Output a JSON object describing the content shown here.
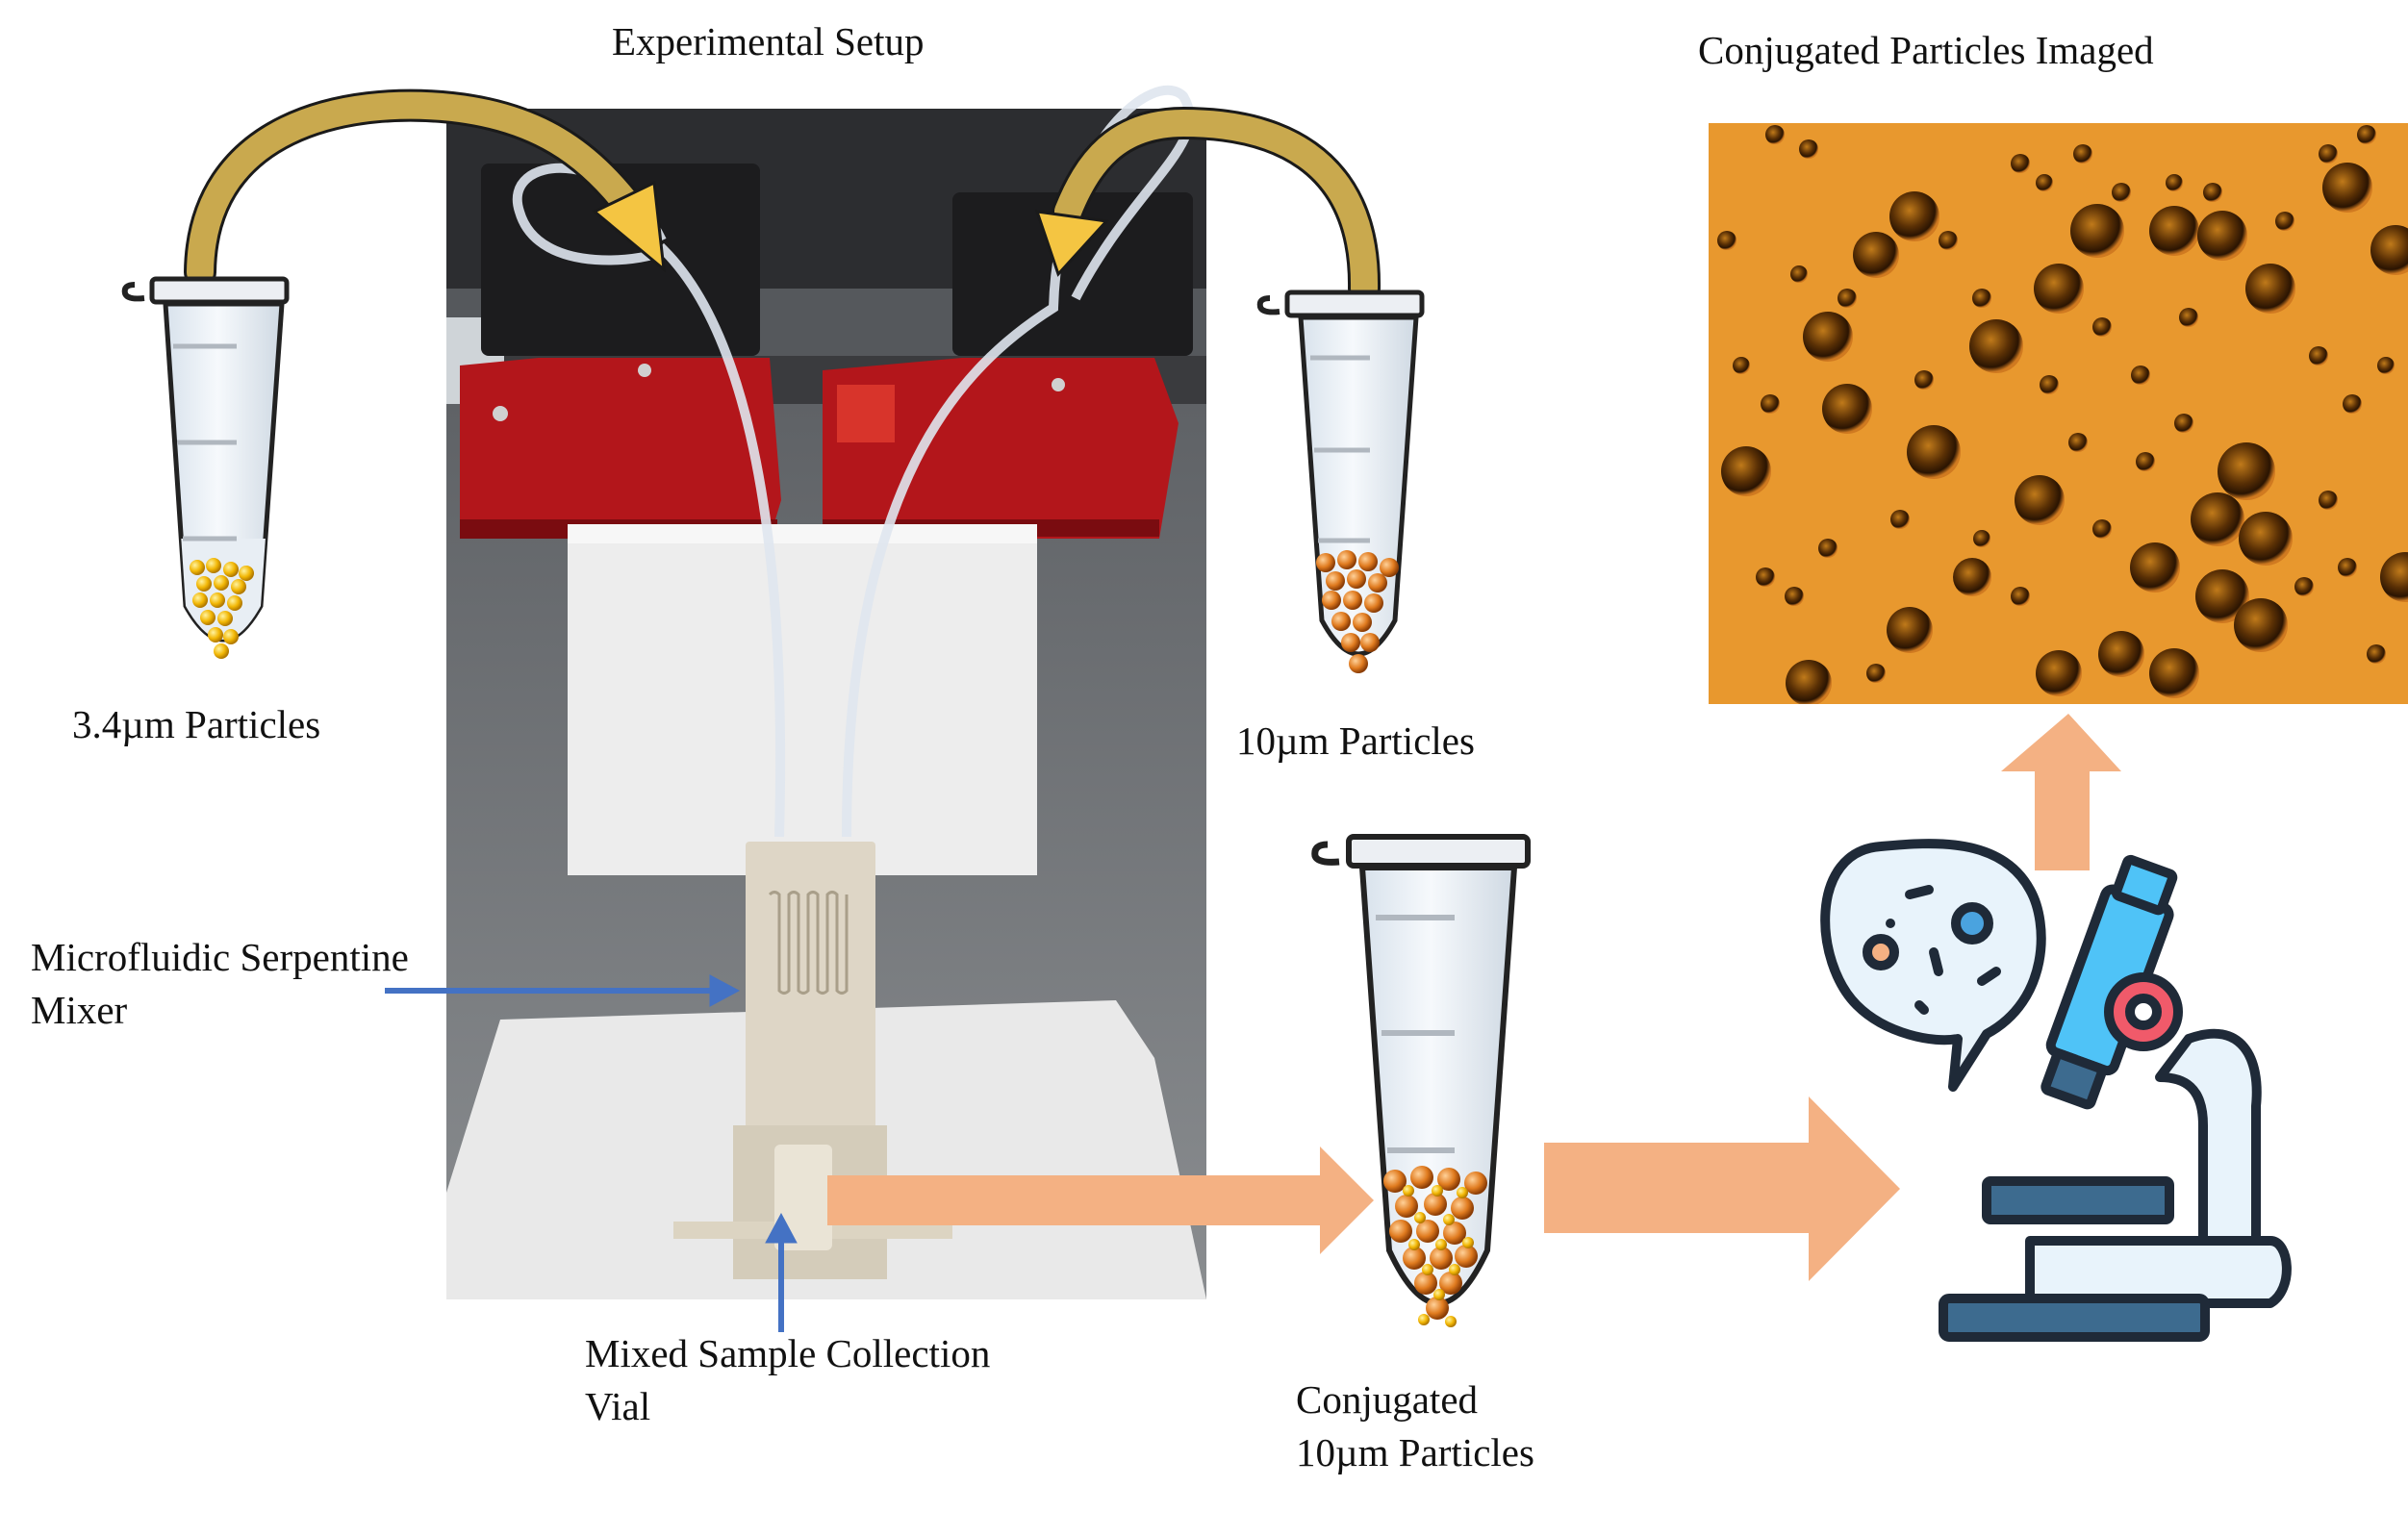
{
  "titles": {
    "setup": "Experimental Setup",
    "imaged": "Conjugated Particles Imaged"
  },
  "labels": {
    "particles_small": "3.4µm Particles",
    "particles_large": "10µm Particles",
    "mixer_line1": "Microfluidic Serpentine",
    "mixer_line2": "Mixer",
    "vial_line1": "Mixed Sample Collection",
    "vial_line2": "Vial",
    "conjugated_line1": "Conjugated",
    "conjugated_line2": "10µm Particles"
  },
  "colors": {
    "flow_arrow": "#f4b183",
    "pointer_arrow": "#4472c4",
    "curved_arrow": "#c9a94e",
    "small_particles": "#f2b705",
    "large_particles": "#e07b1f",
    "micrograph_bg": "#e8982e",
    "pump_red": "#b3161b",
    "microscope_blue": "#4fc3f7"
  },
  "icons": {
    "tube_small": "microcentrifuge-tube-icon",
    "tube_large": "microcentrifuge-tube-icon",
    "tube_conjugated": "microcentrifuge-tube-icon",
    "microscope": "microscope-icon",
    "bacteria_bubble": "bacteria-speech-bubble-icon"
  }
}
